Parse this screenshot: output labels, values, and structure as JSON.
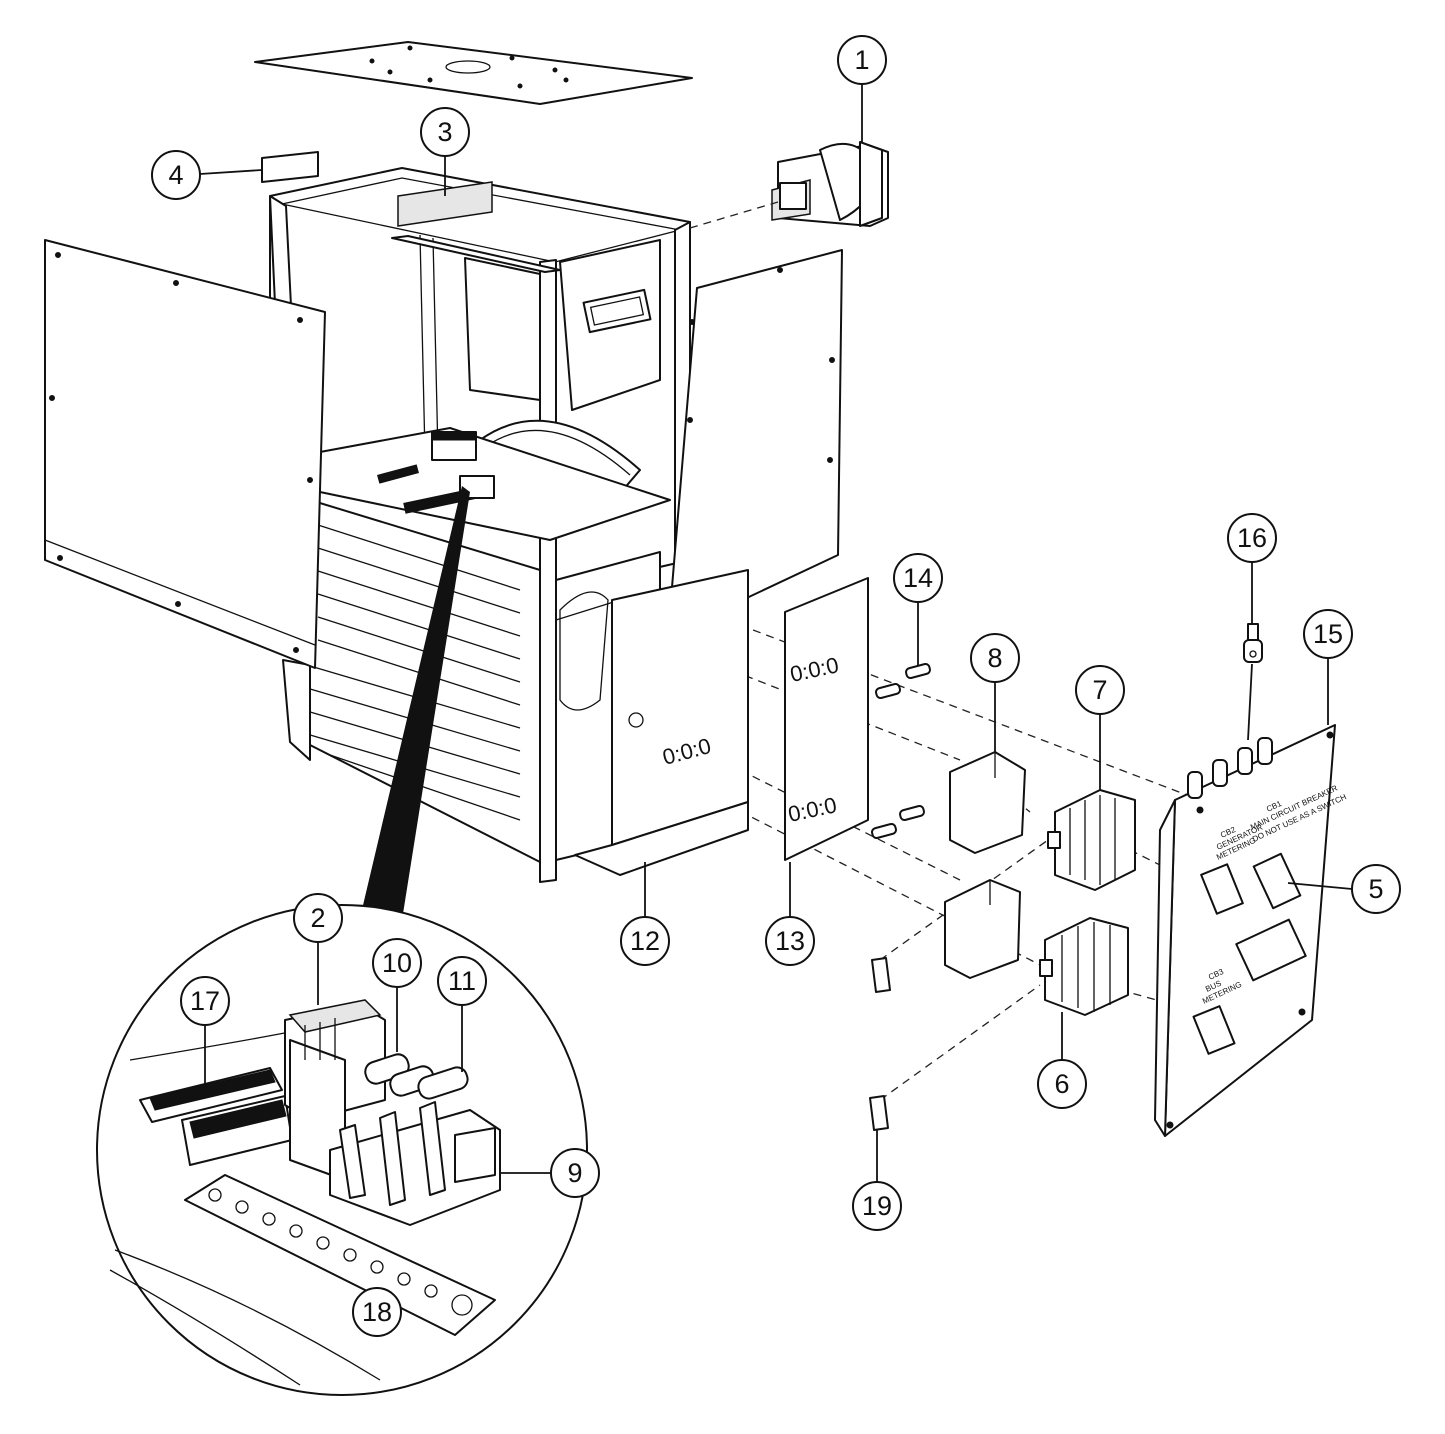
{
  "callouts": [
    {
      "id": "1",
      "label": "1"
    },
    {
      "id": "2",
      "label": "2"
    },
    {
      "id": "3",
      "label": "3"
    },
    {
      "id": "4",
      "label": "4"
    },
    {
      "id": "5",
      "label": "5"
    },
    {
      "id": "6",
      "label": "6"
    },
    {
      "id": "7",
      "label": "7"
    },
    {
      "id": "8",
      "label": "8"
    },
    {
      "id": "9",
      "label": "9"
    },
    {
      "id": "10",
      "label": "10"
    },
    {
      "id": "11",
      "label": "11"
    },
    {
      "id": "12",
      "label": "12"
    },
    {
      "id": "13",
      "label": "13"
    },
    {
      "id": "14",
      "label": "14"
    },
    {
      "id": "15",
      "label": "15"
    },
    {
      "id": "16",
      "label": "16"
    },
    {
      "id": "17",
      "label": "17"
    },
    {
      "id": "18",
      "label": "18"
    },
    {
      "id": "19",
      "label": "19"
    }
  ],
  "panel_labels": {
    "cb2": "CB2",
    "cb2_sub1": "GENERATOR",
    "cb2_sub2": "METERING",
    "cb1": "CB1",
    "cb1_sub1": "MAIN CIRCUIT BREAKER",
    "cb1_sub2": "DO NOT USE AS A SWITCH",
    "cb3": "CB3",
    "cb3_sub1": "BUS",
    "cb3_sub2": "METERING"
  }
}
